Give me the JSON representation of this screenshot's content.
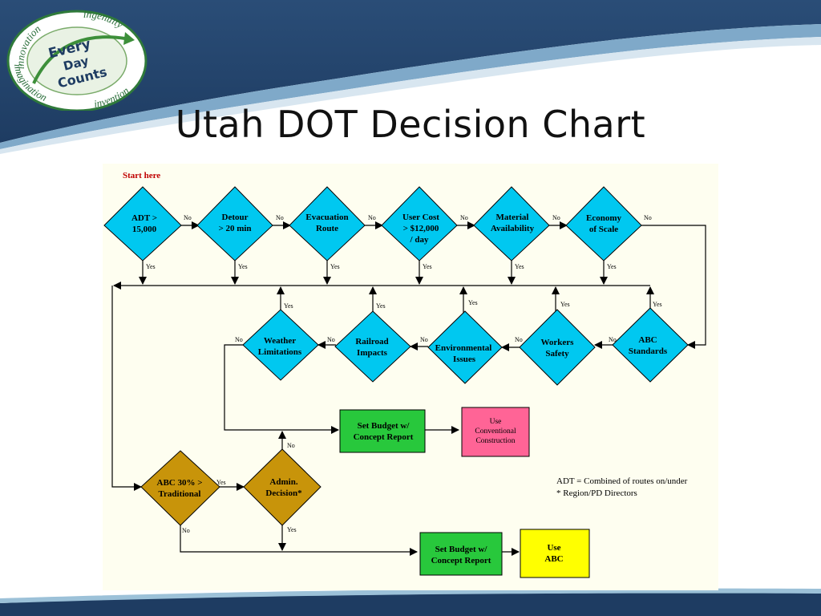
{
  "slide": {
    "title": "Utah DOT Decision Chart"
  },
  "logo": {
    "word1": "Every",
    "word2": "Day",
    "word3": "Counts",
    "ring_top_left": "innovation",
    "ring_top_right": "ingenuity",
    "ring_bottom_left": "imagination",
    "ring_bottom_right": "invention"
  },
  "chart": {
    "start_label": "Start here",
    "top_row": [
      {
        "l1": "ADT >",
        "l2": "15,000",
        "l3": ""
      },
      {
        "l1": "Detour",
        "l2": "> 20 min",
        "l3": ""
      },
      {
        "l1": "Evacuation",
        "l2": "Route",
        "l3": ""
      },
      {
        "l1": "User Cost",
        "l2": "> $12,000",
        "l3": "/ day"
      },
      {
        "l1": "Material",
        "l2": "Availability",
        "l3": ""
      },
      {
        "l1": "Economy",
        "l2": "of Scale",
        "l3": ""
      }
    ],
    "mid_row": [
      {
        "l1": "ABC",
        "l2": "Standards"
      },
      {
        "l1": "Workers",
        "l2": "Safety"
      },
      {
        "l1": "Environmental",
        "l2": "Issues"
      },
      {
        "l1": "Railroad",
        "l2": "Impacts"
      },
      {
        "l1": "Weather",
        "l2": "Limitations"
      }
    ],
    "abc30": {
      "l1": "ABC 30% >",
      "l2": "Traditional"
    },
    "admin": {
      "l1": "Admin.",
      "l2": "Decision*"
    },
    "budget1": {
      "l1": "Set Budget  w/",
      "l2": "Concept Report"
    },
    "budget2": {
      "l1": "Set Budget  w/",
      "l2": "Concept Report"
    },
    "conventional": {
      "l1": "Use",
      "l2": "Conventional",
      "l3": "Construction"
    },
    "use_abc": {
      "l1": "Use",
      "l2": "ABC"
    },
    "yes": "Yes",
    "no": "No",
    "notes": {
      "line1": "ADT = Combined of routes on/under",
      "line2": "* Region/PD Directors"
    },
    "colors": {
      "decision": "#00c8f0",
      "abc_decision": "#c8940a",
      "budget": "#28c83c",
      "conventional": "#ff6496",
      "use_abc": "#ffff00",
      "panel": "#fefef0",
      "start": "#c00000"
    }
  }
}
